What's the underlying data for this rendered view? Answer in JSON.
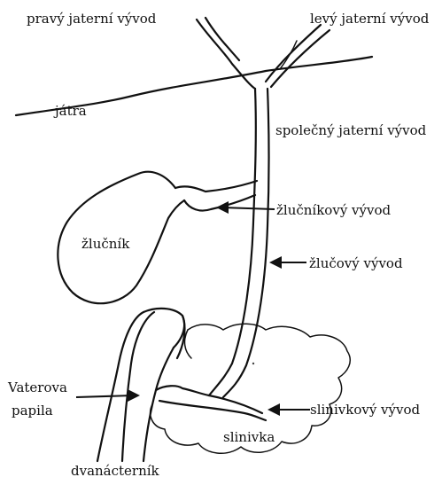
{
  "labels": {
    "right_hepatic_duct": "pravý jaterní vývod",
    "left_hepatic_duct": "levý jaterní vývod",
    "liver": "játra",
    "common_hepatic_duct": "společný jaterní vývod",
    "cystic_duct": "žlučníkový vývod",
    "gallbladder": "žlučník",
    "bile_duct": "žlučový vývod",
    "vater_papilla_line1": "Vaterova",
    "vater_papilla_line2": "papila",
    "pancreatic_duct": "slinivkový vývod",
    "pancreas": "slinivka",
    "duodenum": "dvanácterník"
  },
  "colors": {
    "ink": "#111111",
    "background": "#ffffff"
  }
}
